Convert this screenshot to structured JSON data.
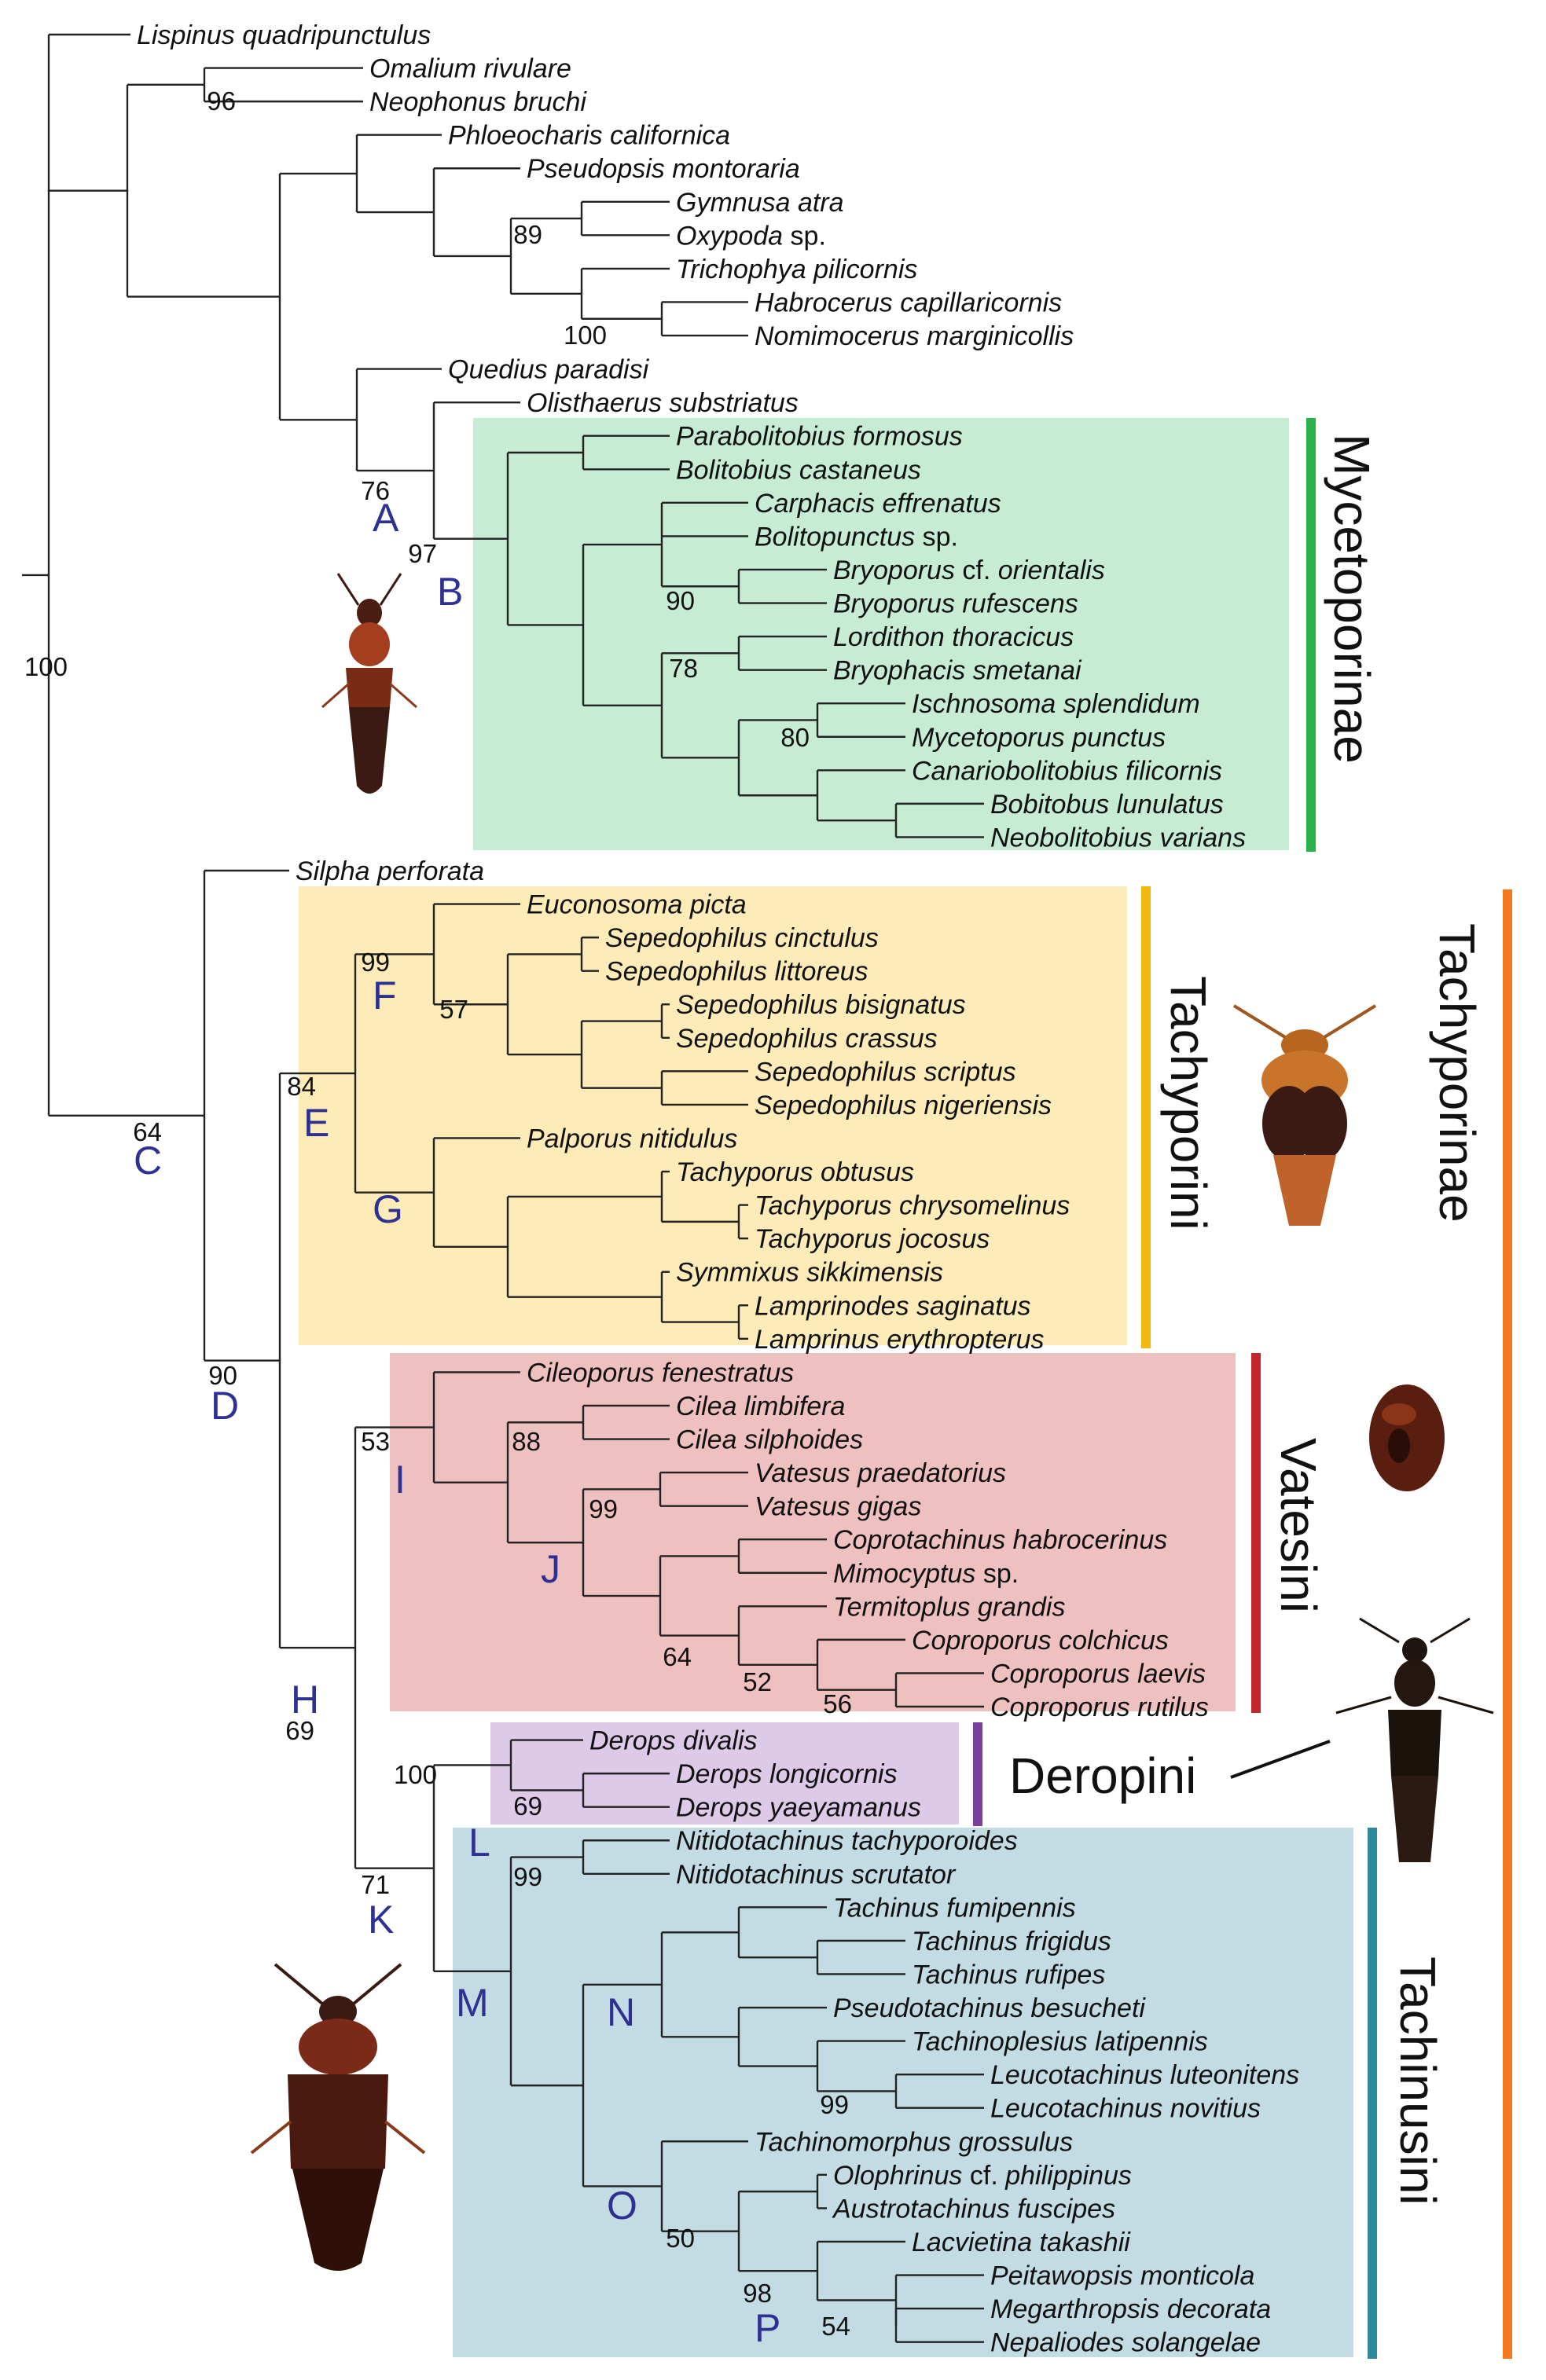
{
  "taxa": [
    {
      "text": "Lispinus quadripunctulus"
    },
    {
      "text": "Omalium rivulare"
    },
    {
      "text": "Neophonus bruchi"
    },
    {
      "text": "Phloeocharis californica"
    },
    {
      "text": "Pseudopsis montoraria"
    },
    {
      "text": "Gymnusa atra"
    },
    {
      "text": "Oxypoda",
      "suffix": " sp."
    },
    {
      "text": "Trichophya pilicornis"
    },
    {
      "text": "Habrocerus capillaricornis"
    },
    {
      "text": "Nomimocerus marginicollis"
    },
    {
      "text": "Quedius paradisi"
    },
    {
      "text": "Olisthaerus substriatus"
    },
    {
      "text": "Parabolitobius formosus"
    },
    {
      "text": "Bolitobius castaneus"
    },
    {
      "text": "Carphacis effrenatus"
    },
    {
      "text": "Bolitopunctus",
      "suffix": " sp."
    },
    {
      "text": "Bryoporus",
      "mid": " cf. ",
      "text2": "orientalis"
    },
    {
      "text": "Bryoporus rufescens"
    },
    {
      "text": "Lordithon thoracicus"
    },
    {
      "text": "Bryophacis smetanai"
    },
    {
      "text": "Ischnosoma splendidum"
    },
    {
      "text": "Mycetoporus punctus"
    },
    {
      "text": "Canariobolitobius filicornis"
    },
    {
      "text": "Bobitobus lunulatus"
    },
    {
      "text": "Neobolitobius varians"
    },
    {
      "text": "Silpha perforata"
    },
    {
      "text": "Euconosoma picta"
    },
    {
      "text": "Sepedophilus cinctulus"
    },
    {
      "text": "Sepedophilus littoreus"
    },
    {
      "text": "Sepedophilus bisignatus"
    },
    {
      "text": "Sepedophilus crassus"
    },
    {
      "text": "Sepedophilus scriptus"
    },
    {
      "text": "Sepedophilus nigeriensis"
    },
    {
      "text": "Palporus nitidulus"
    },
    {
      "text": "Tachyporus obtusus"
    },
    {
      "text": "Tachyporus chrysomelinus"
    },
    {
      "text": "Tachyporus jocosus"
    },
    {
      "text": "Symmixus sikkimensis"
    },
    {
      "text": "Lamprinodes saginatus"
    },
    {
      "text": "Lamprinus erythropterus"
    },
    {
      "text": "Cileoporus fenestratus"
    },
    {
      "text": "Cilea limbifera"
    },
    {
      "text": "Cilea silphoides"
    },
    {
      "text": "Vatesus praedatorius"
    },
    {
      "text": "Vatesus gigas"
    },
    {
      "text": "Coprotachinus habrocerinus"
    },
    {
      "text": "Mimocyptus",
      "suffix": " sp."
    },
    {
      "text": "Termitoplus grandis"
    },
    {
      "text": "Coproporus colchicus"
    },
    {
      "text": "Coproporus laevis"
    },
    {
      "text": "Coproporus rutilus"
    },
    {
      "text": "Derops divalis"
    },
    {
      "text": "Derops longicornis"
    },
    {
      "text": "Derops yaeyamanus"
    },
    {
      "text": "Nitidotachinus tachyporoides"
    },
    {
      "text": "Nitidotachinus scrutator"
    },
    {
      "text": "Tachinus fumipennis"
    },
    {
      "text": "Tachinus frigidus"
    },
    {
      "text": "Tachinus rufipes"
    },
    {
      "text": "Pseudotachinus besucheti"
    },
    {
      "text": "Tachinoplesius latipennis"
    },
    {
      "text": "Leucotachinus luteonitens"
    },
    {
      "text": "Leucotachinus novitius"
    },
    {
      "text": "Tachinomorphus grossulus"
    },
    {
      "text": "Olophrinus",
      "mid": " cf. ",
      "text2": "philippinus"
    },
    {
      "text": "Austrotachinus fuscipes"
    },
    {
      "text": "Lacvietina takashii"
    },
    {
      "text": "Peitawopsis monticola"
    },
    {
      "text": "Megarthropsis decorata"
    },
    {
      "text": "Nepaliodes solangelae"
    }
  ],
  "support_values": [
    "96",
    "89",
    "100",
    "76",
    "97",
    "90",
    "78",
    "80",
    "100",
    "64",
    "99",
    "57",
    "84",
    "90",
    "53",
    "88",
    "99",
    "69",
    "64",
    "52",
    "56",
    "100",
    "69",
    "71",
    "99",
    "99",
    "50",
    "98",
    "54"
  ],
  "node_labels": [
    "A",
    "B",
    "C",
    "D",
    "E",
    "F",
    "G",
    "H",
    "I",
    "J",
    "K",
    "L",
    "M",
    "N",
    "O",
    "P"
  ],
  "groups": {
    "mycetoporinae": {
      "label": "Mycetoporinae",
      "color": "#2ab24b",
      "box": "#c6ecd4"
    },
    "tachyporini": {
      "label": "Tachyporini",
      "color": "#f2b90f",
      "box": "#fdebb8"
    },
    "tachyporinae": {
      "label": "Tachyporinae",
      "color": "#f47920"
    },
    "vatesini": {
      "label": "Vatesini",
      "color": "#c1272d",
      "box": "#efc0c0"
    },
    "deropini": {
      "label": "Deropini",
      "color": "#7b3fa0",
      "box": "#ddc9e8"
    },
    "tachinusini": {
      "label": "Tachinusini",
      "color": "#2b8a9c",
      "box": "#c3dbe2"
    }
  },
  "colors": {
    "node_label": "#2e3192",
    "beetle_dark": "#3a1a12",
    "beetle_red": "#9c3b1c"
  }
}
